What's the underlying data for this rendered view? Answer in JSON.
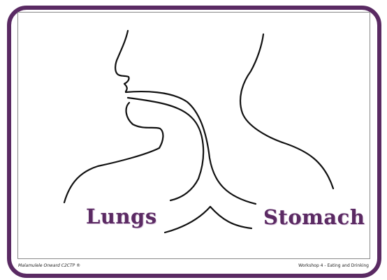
{
  "labels": {
    "left": "Lungs",
    "right": "Stomach"
  },
  "footer": {
    "left": "Malamulele Onward C2CTP ®",
    "right": "Workshop 4 - Eating and Drinking"
  },
  "colors": {
    "frame": "#5a2a63",
    "label": "#5b2a63",
    "line": "#111111"
  }
}
